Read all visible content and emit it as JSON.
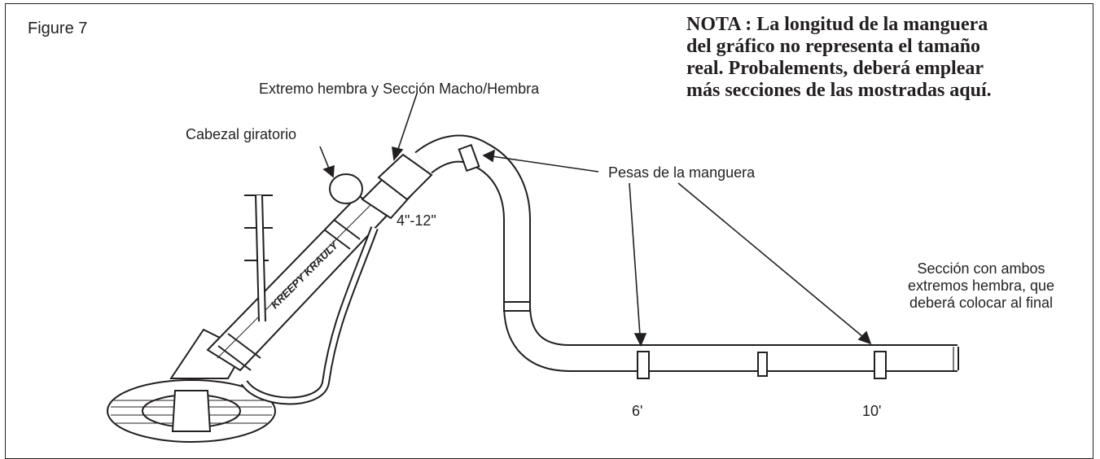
{
  "figure_label": "Figure 7",
  "note": {
    "lines": [
      "NOTA : La longitud de la manguera",
      "del gráfico no representa el tamaño",
      "real. Probalements, deberá emplear",
      "más secciones de las mostradas aquí."
    ]
  },
  "labels": {
    "female_end": "Extremo hembra y Sección Macho/Hembra",
    "swivel_head": "Cabezal giratorio",
    "hose_weights": "Pesas de la manguera",
    "distance_short": "4\"-12\"",
    "both_female_lines": [
      "Sección con ambos",
      "extremos hembra, que",
      "deberá colocar al final"
    ],
    "mark_6ft": "6'",
    "mark_10ft": "10'"
  },
  "cleaner_brand": "KREEPY KRAULY",
  "colors": {
    "ink": "#231f20",
    "paper": "#ffffff"
  }
}
